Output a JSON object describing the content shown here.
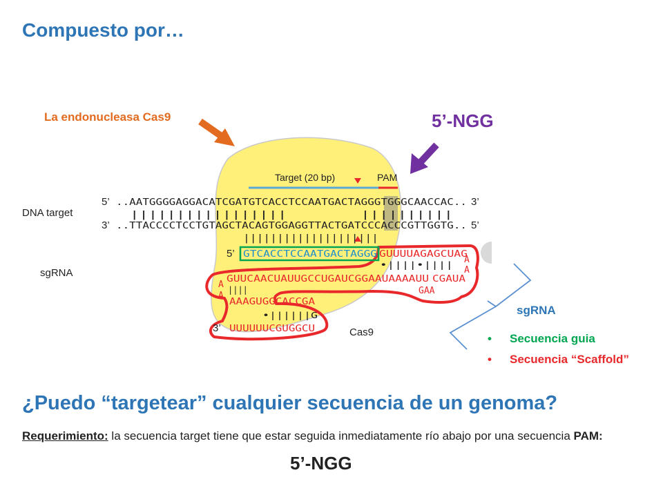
{
  "title": "Compuesto por…",
  "cas9_label": "La endonucleasa Cas9",
  "pam_seq_label": "5’-NGG",
  "diagram": {
    "target_label": "Target (20 bp)",
    "pam_label": "PAM",
    "dna_target_label": "DNA target",
    "sgrna_label": "sgRNA",
    "cas9_text": "Cas9",
    "five_prime": "5’",
    "three_prime": "3’",
    "dna_top": "..AATGGGGAGGACATCGATGTCACCTCCAATGACTAGGGTGGGCAACCAC..",
    "dna_pipes_top": "|||||||||||||||||        ||||||||||",
    "dna_bottom": "..TTACCCCTCCTGTAGCTACAGTGGAGGTTACTGATCCCACCCGTTGGTG..",
    "dna_pipes_bottom": "||||||||||||||||||||",
    "rna_guide": "GTCACCTCCAATGACTAGGG",
    "rna_scaffold_1": "GUUUUAGAGCUAG",
    "rna_pairs_1": "•||||•||||",
    "rna_loop_a1": "A",
    "rna_loop_a2": "A",
    "rna_line_2": "GUUCAACUAUUGCCUGAUCGGAAUAAAAUU",
    "rna_line_2b": "CGAUA",
    "rna_gaa": "GAA",
    "rna_loop_a3": "A",
    "rna_loop_a4": "A",
    "rna_pairs_2": "||||",
    "rna_line_3": "AAAGUGGCACCGA",
    "rna_pairs_3": "•||||||G",
    "rna_line_4": "UUUUUUCGUGGCU",
    "colors": {
      "cas9_fill": "#fff07a",
      "target_bar": "#5aa9d6",
      "pam_bar": "#e8282b",
      "guide_box": "#00a651",
      "scaffold_outline": "#e8282b",
      "rna_text": "#e8282b",
      "guide_text": "#1e90c8",
      "orange_arrow": "#e26b1f",
      "purple_arrow": "#7030a0",
      "bracket": "#5a8fd0"
    }
  },
  "sgrna_side_label": "sgRNA",
  "bullets": [
    "Secuencia guia",
    "Secuencia “Scaffold”"
  ],
  "question": "¿Puedo “targetear” cualquier secuencia de un genoma?",
  "requirement": {
    "lead": "Requerimiento:",
    "text": " la secuencia target tiene que estar seguida inmediatamente río abajo por una secuencia ",
    "pam": "PAM:"
  },
  "pam_bottom": "5’-NGG"
}
